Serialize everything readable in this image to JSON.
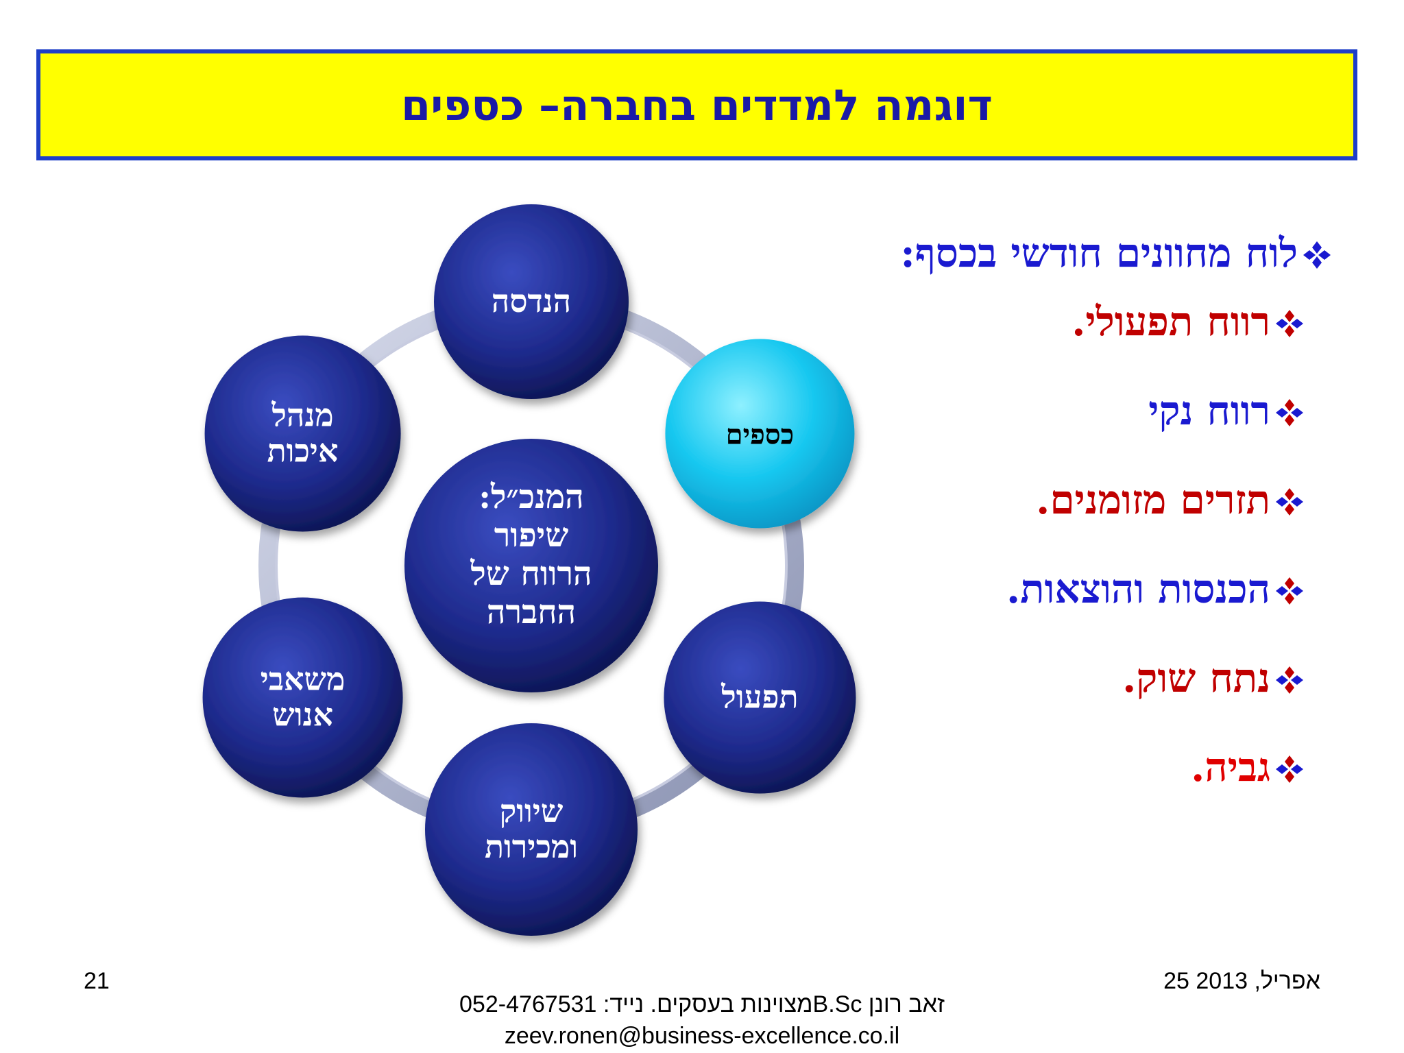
{
  "title": "דוגמה למדדים בחברה– כספים",
  "diagram": {
    "center": [
      "המנכ״ל:",
      "שיפור",
      "הרווח של",
      "החברה"
    ],
    "nodes": [
      {
        "id": "engineering",
        "lines": [
          "הנדסה"
        ],
        "highlight": false
      },
      {
        "id": "finance",
        "lines": [
          "כספים"
        ],
        "highlight": true
      },
      {
        "id": "operations",
        "lines": [
          "תפעול"
        ],
        "highlight": false
      },
      {
        "id": "marketing",
        "lines": [
          "שיווק",
          "ומכירות"
        ],
        "highlight": false
      },
      {
        "id": "hr",
        "lines": [
          "משאבי",
          "אנוש"
        ],
        "highlight": false
      },
      {
        "id": "quality",
        "lines": [
          "מנהל",
          "איכות"
        ],
        "highlight": false
      }
    ],
    "colors": {
      "node": "#1e2a8c",
      "node_highlight": "#18c8f0",
      "ring": "#aab0c8"
    }
  },
  "bullets": {
    "heading": {
      "text": "לוח מחוונים חודשי בכסף:",
      "color": "#1a1ad0"
    },
    "items": [
      {
        "text": "רווח תפעולי.",
        "color": "#c00000"
      },
      {
        "text": "רווח נקי",
        "color": "#1a1ad0"
      },
      {
        "text": "תזרים מזומנים.",
        "color": "#c00000"
      },
      {
        "text": "הכנסות והוצאות.",
        "color": "#1a1ad0"
      },
      {
        "text": "נתח שוק.",
        "color": "#c00000"
      },
      {
        "text": "גביה.",
        "color": "#e00000"
      }
    ],
    "bullet_icon": "four-diamond-bullet-icon",
    "bullet_colors": [
      "#1a1ad0",
      "#c00000"
    ]
  },
  "footer": {
    "date": "25 אפריל, 2013",
    "page_number": "21",
    "author_line": "זאב רונן       B.Scמצוינות בעסקים.  נייד: 052-4767531",
    "email": "zeev.ronen@business-excellence.co.il"
  }
}
